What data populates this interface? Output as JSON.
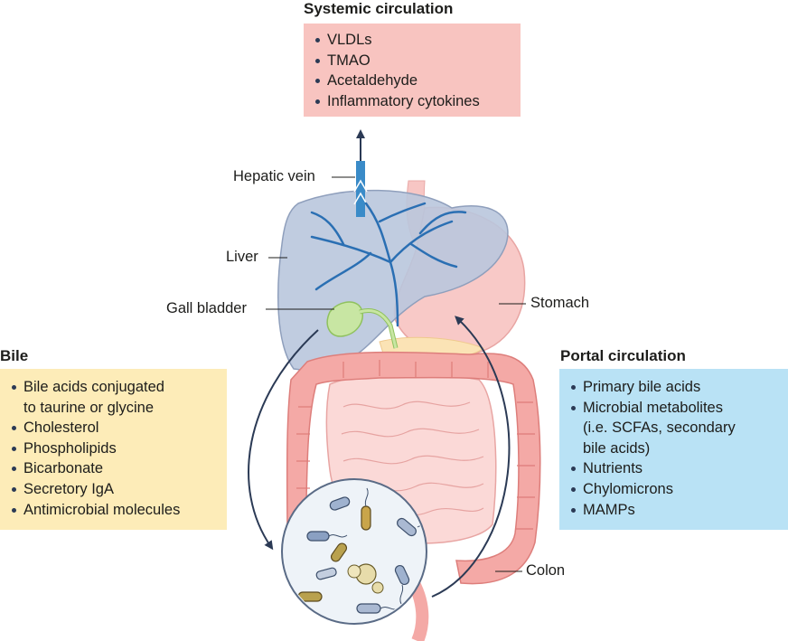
{
  "systemic": {
    "title": "Systemic circulation",
    "items": [
      "VLDLs",
      "TMAO",
      "Acetaldehyde",
      "Inflammatory cytokines"
    ],
    "color": "#f8c4c0"
  },
  "bile": {
    "title": "Bile",
    "items": [
      "Bile acids conjugated\nto taurine or glycine",
      "Cholesterol",
      "Phospholipids",
      "Bicarbonate",
      "Secretory IgA",
      "Antimicrobial molecules"
    ],
    "color": "#fdecb8"
  },
  "portal": {
    "title": "Portal circulation",
    "items": [
      "Primary bile acids",
      "Microbial metabolites\n(i.e. SCFAs, secondary\nbile acids)",
      "Nutrients",
      "Chylomicrons",
      "MAMPs"
    ],
    "color": "#b9e2f5"
  },
  "labels": {
    "hepatic_vein": "Hepatic vein",
    "liver": "Liver",
    "gall_bladder": "Gall bladder",
    "stomach": "Stomach",
    "colon": "Colon"
  }
}
